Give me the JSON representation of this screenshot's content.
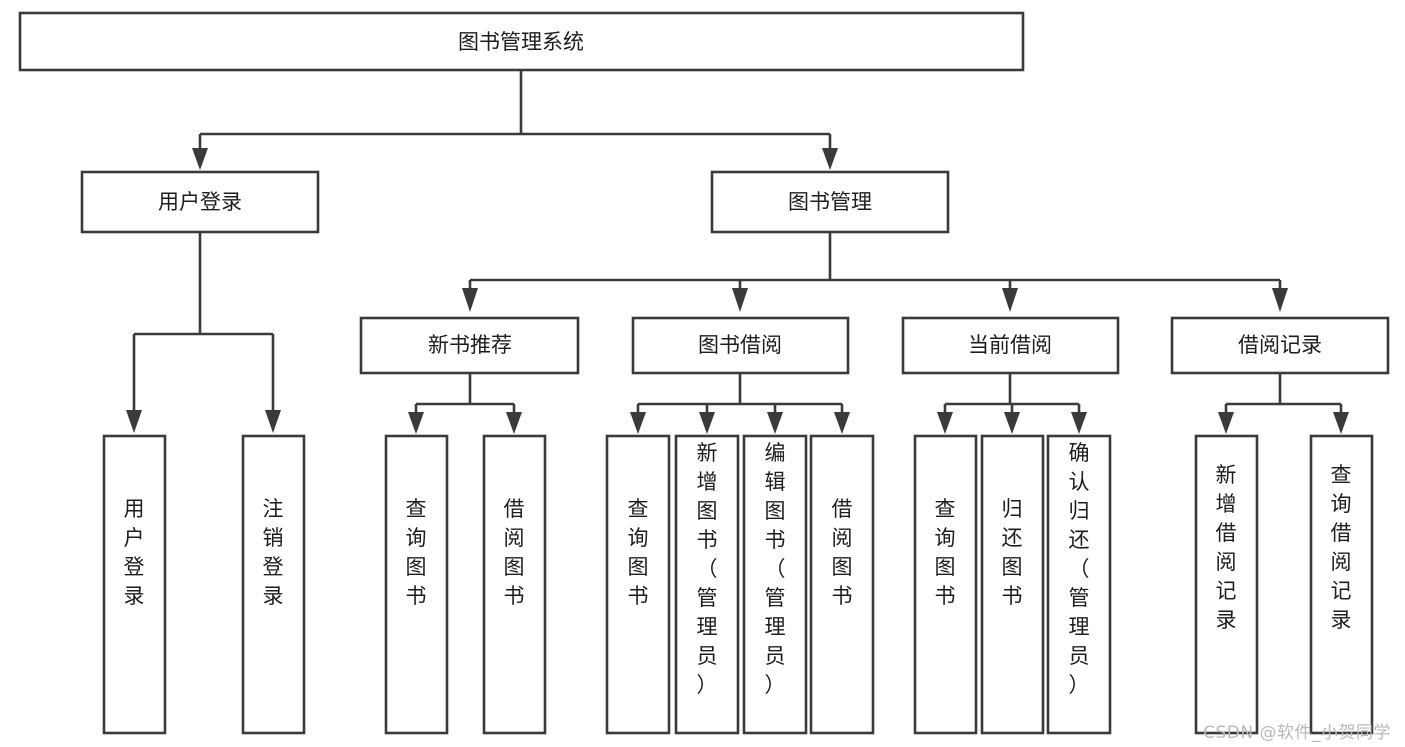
{
  "diagram": {
    "type": "tree-hierarchy",
    "title": "图书管理系统",
    "watermark": "CSDN @软件_小贺同学",
    "colors": {
      "stroke": "#3a3a3a",
      "fill": "#ffffff",
      "text": "#1d1d1d",
      "watermark": "#b9b9b9"
    },
    "root": {
      "label": "图书管理系统",
      "level": 0
    },
    "level1": [
      {
        "label": "用户登录"
      },
      {
        "label": "图书管理"
      }
    ],
    "level2": [
      {
        "label": "新书推荐",
        "parent": "图书管理"
      },
      {
        "label": "图书借阅",
        "parent": "图书管理"
      },
      {
        "label": "当前借阅",
        "parent": "图书管理"
      },
      {
        "label": "借阅记录",
        "parent": "图书管理"
      }
    ],
    "leaves": {
      "user_login": [
        {
          "label": "用户登录"
        },
        {
          "label": "注销登录"
        }
      ],
      "new_book_rec": [
        {
          "label": "查询图书"
        },
        {
          "label": "借阅图书"
        }
      ],
      "book_borrow": [
        {
          "label": "查询图书"
        },
        {
          "label": "新增图书（管理员）"
        },
        {
          "label": "编辑图书（管理员）"
        },
        {
          "label": "借阅图书"
        }
      ],
      "current_borrow": [
        {
          "label": "查询图书"
        },
        {
          "label": "归还图书"
        },
        {
          "label": "确认归还（管理员）"
        }
      ],
      "borrow_record": [
        {
          "label": "新增借阅记录"
        },
        {
          "label": "查询借阅记录"
        }
      ]
    }
  }
}
